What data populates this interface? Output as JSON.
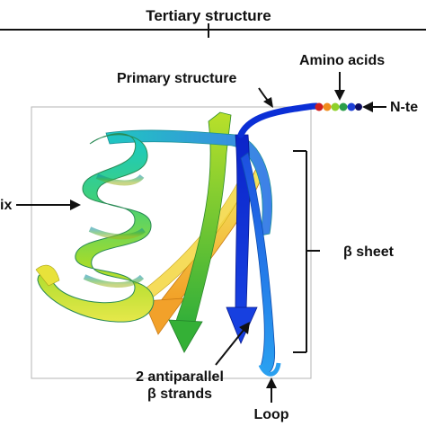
{
  "labels": {
    "top_title": "Tertiary structure",
    "primary": "Primary structure",
    "amino_acids": "Amino acids",
    "n_terminus": "N-te",
    "helix": "ix",
    "beta_sheet": "β sheet",
    "strands_line1": "2 antiparallel",
    "strands_line2": "β strands",
    "loop": "Loop"
  },
  "colors": {
    "text": "#111111",
    "leader_line": "#111111",
    "box_border": "#b5b5b5",
    "ribbon_blue": "#0b2fd6",
    "ribbon_azure": "#1b6fe6",
    "ribbon_cyan": "#1fc7c0",
    "ribbon_green": "#57c73a",
    "ribbon_yellow_green": "#b5dc22",
    "ribbon_yellow": "#f0e04a",
    "ribbon_orange": "#f2a12a",
    "bead_colors": [
      "#d01f1f",
      "#f08c1c",
      "#8fd12a",
      "#2a9e4a",
      "#1d3fd6",
      "#0c0c5e"
    ]
  }
}
